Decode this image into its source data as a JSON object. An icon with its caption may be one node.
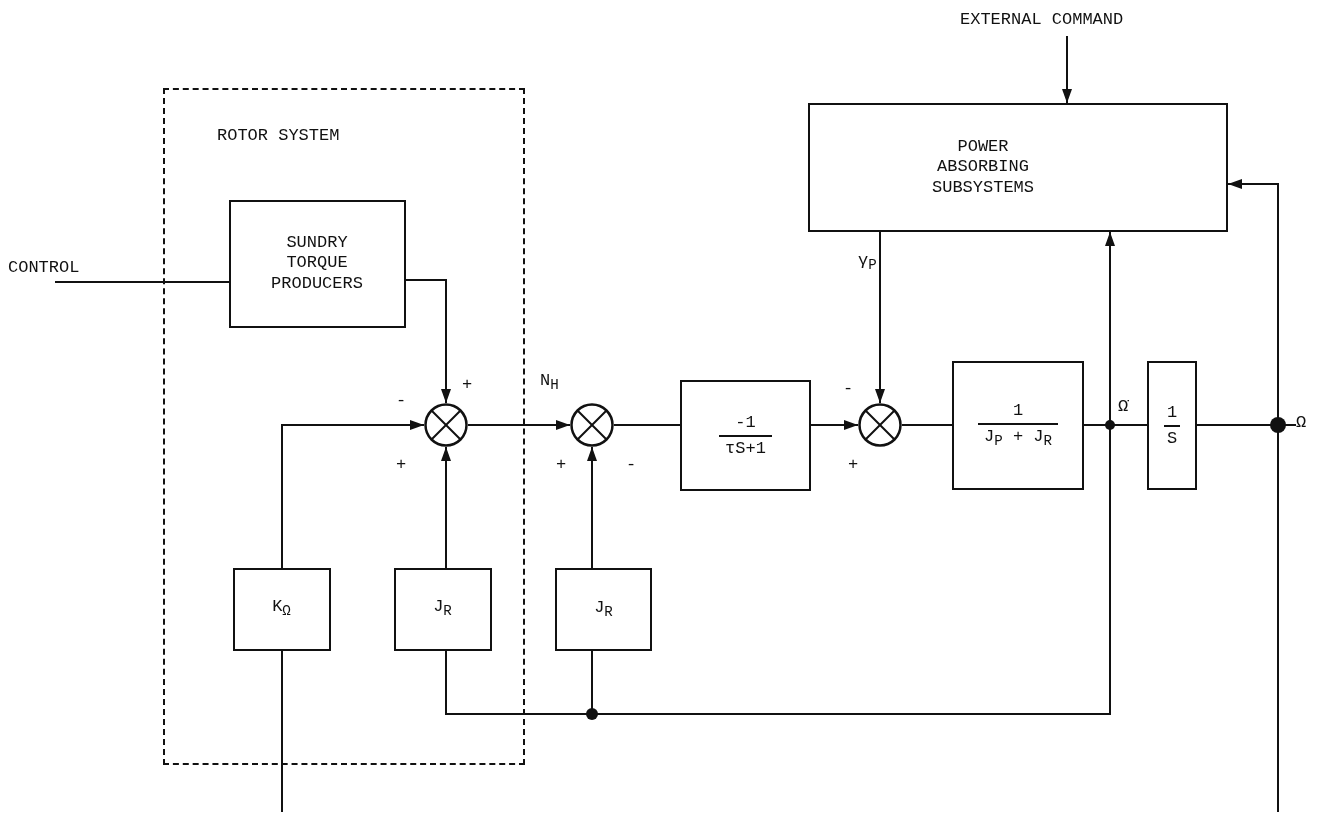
{
  "diagram": {
    "nodes": [
      {
        "text": [
          "ROTOR SYSTEM"
        ]
      },
      {
        "text": [
          "SUNDRY TORQUE PRODUCERS"
        ],
        "in": 0
      },
      {
        "text": [],
        "shape": "circle",
        "in": 0
      },
      {
        "text": [
          "K$_{Ω}$"
        ],
        "in": 0
      },
      {
        "text": [
          "J$_{R}$"
        ],
        "in": 0
      },
      {
        "text": [],
        "shape": "circle"
      },
      {
        "text": [
          "J$_{R}$"
        ]
      },
      {
        "text": [
          "-1",
          "τS+1"
        ]
      },
      {
        "text": [],
        "shape": "circle"
      },
      {
        "text": [
          "1",
          "J$_{P}$ + J$_{R}$"
        ]
      },
      {
        "text": [
          "1",
          "S"
        ]
      },
      {
        "text": [
          "POWER ABSORBING SUBSYSTEMS"
        ]
      },
      {
        "text": [
          "CONTROL"
        ]
      },
      {
        "text": [
          "EXTERNAL COMMAND"
        ]
      },
      {
        "text": [
          "Ω"
        ]
      }
    ],
    "edges": [
      {
        "from": 12,
        "to": 1,
        "arrow": "none"
      },
      {
        "from": 1,
        "to": 2,
        "arrow": "to"
      },
      {
        "from": 3,
        "to": 2,
        "arrow": "to"
      },
      {
        "from": 4,
        "to": 2,
        "arrow": "to"
      },
      {
        "from": 2,
        "to": 5,
        "arrow": "to"
      },
      {
        "from": 6,
        "to": 5,
        "arrow": "to"
      },
      {
        "from": 5,
        "to": 7,
        "arrow": "none"
      },
      {
        "from": 7,
        "to": 8,
        "arrow": "to"
      },
      {
        "from": 11,
        "to": 8,
        "arrow": "to"
      },
      {
        "from": 8,
        "to": 9,
        "arrow": "none"
      },
      {
        "from": 9,
        "to": 10,
        "arrow": "none"
      },
      {
        "from": 9,
        "to": 11,
        "arrow": "to"
      },
      {
        "from": 9,
        "to": 4,
        "arrow": "none"
      },
      {
        "from": 9,
        "to": 6,
        "arrow": "none"
      },
      {
        "from": 10,
        "to": 11,
        "arrow": "to"
      },
      {
        "from": 10,
        "to": null,
        "arrow": "none"
      },
      {
        "from": null,
        "to": 3,
        "arrow": "none"
      },
      {
        "from": 13,
        "to": 11,
        "arrow": "to"
      },
      {
        "from": 10,
        "to": 14,
        "arrow": "none"
      }
    ],
    "labels": [
      "γ$_{P}$",
      "+",
      "N$_{H}$",
      "-",
      "-",
      "Ω̇",
      "+",
      "+",
      "-",
      "+"
    ]
  }
}
